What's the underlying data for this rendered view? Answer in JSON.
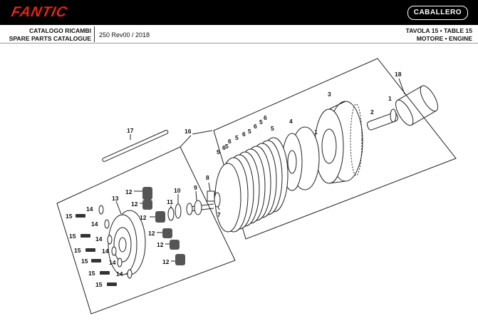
{
  "header": {
    "brand": "FANTIC",
    "model": "CABALLERO",
    "catalog_it": "CATALOGO RICAMBI",
    "catalog_en": "SPARE PARTS CATALOGUE",
    "revision": "250 Rev00 / 2018",
    "table": "TAVOLA 15 • TABLE 15",
    "section": "MOTORE • ENGINE"
  },
  "callouts": {
    "c1a": "1",
    "c1b": "1",
    "c2": "2",
    "c3": "3",
    "c4": "4",
    "c5a": "5",
    "c5b": "5",
    "c5c": "5",
    "c5d": "5",
    "c5e": "5",
    "c5f": "5",
    "c6a": "6",
    "c6b": "6",
    "c6c": "6",
    "c6d": "6",
    "c6e": "6",
    "c7": "7",
    "c8": "8",
    "c9": "9",
    "c10": "10",
    "c11": "11",
    "c12a": "12",
    "c12b": "12",
    "c12c": "12",
    "c12d": "12",
    "c12e": "12",
    "c12f": "12",
    "c13": "13",
    "c14a": "14",
    "c14b": "14",
    "c14c": "14",
    "c14d": "14",
    "c14e": "14",
    "c14f": "14",
    "c15a": "15",
    "c15b": "15",
    "c15c": "15",
    "c15d": "15",
    "c15e": "15",
    "c15f": "15",
    "c16": "16",
    "c17": "17",
    "c18": "18"
  },
  "colors": {
    "brand_red": "#e2231a",
    "header_bg": "#000000"
  }
}
